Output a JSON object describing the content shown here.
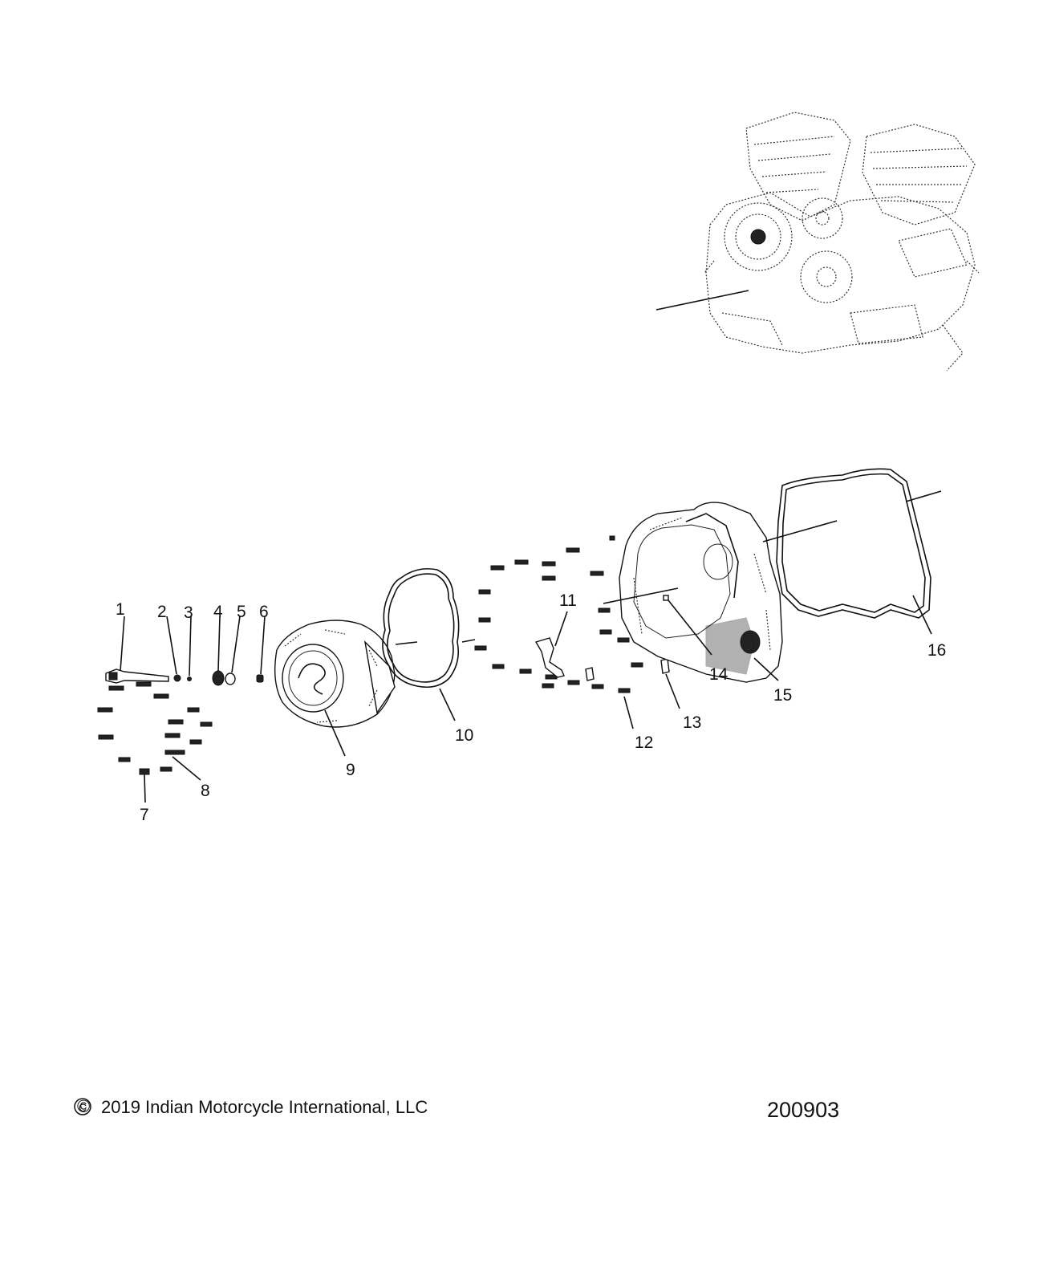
{
  "callouts": [
    "1",
    "2",
    "3",
    "4",
    "5",
    "6",
    "7",
    "8",
    "9",
    "10",
    "11",
    "12",
    "13",
    "14",
    "15",
    "16"
  ],
  "footer": {
    "copyright_symbol": "©",
    "copyright_text": "2019 Indian Motorcycle International, LLC",
    "drawing_number": "200903"
  }
}
